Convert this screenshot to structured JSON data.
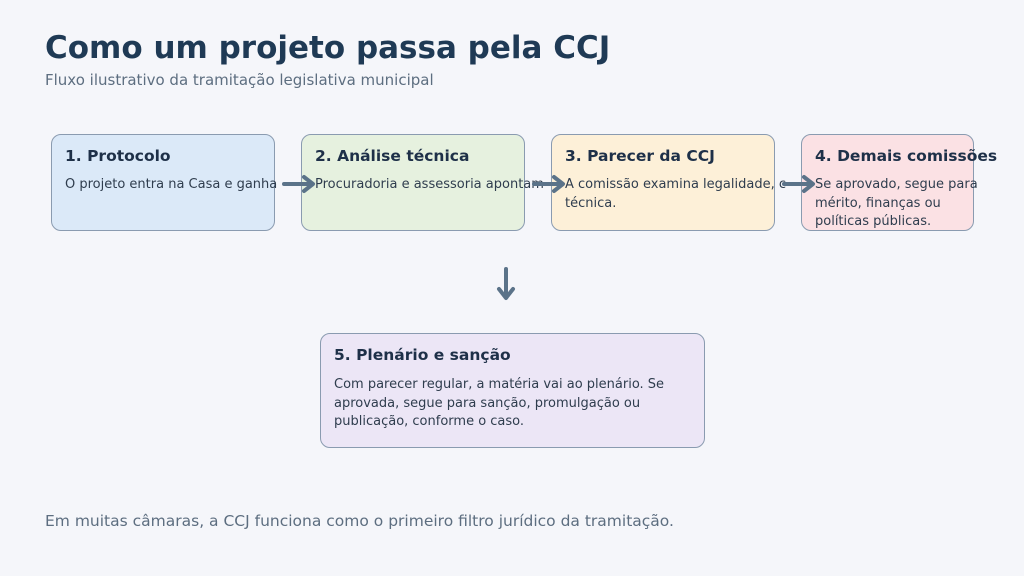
{
  "header": {
    "title": "Como um projeto passa pela CCJ",
    "subtitle": "Fluxo ilustrativo da tramitação legislativa municipal"
  },
  "steps": [
    {
      "title": "1. Protocolo",
      "description": "O projeto entra na Casa e ganha"
    },
    {
      "title": "2. Análise técnica",
      "description": "Procuradoria e assessoria apontam"
    },
    {
      "title": "3. Parecer da CCJ",
      "description": "A comissão examina legalidade, c técnica."
    },
    {
      "title": "4. Demais comissões",
      "description": "Se aprovado, segue para mérito, finanças ou políticas públicas."
    },
    {
      "title": "5. Plenário e sanção",
      "description": "Com parecer regular, a matéria vai ao plenário. Se aprovada, segue para sanção, promulgação ou publicação, conforme o caso."
    }
  ],
  "footer": {
    "note": "Em muitas câmaras, a CCJ funciona como o primeiro filtro jurídico da tramitação."
  },
  "colors": {
    "arrow": "#5b7389",
    "border": "#8a9bb0",
    "step1_fill": "#dbe9f8",
    "step2_fill": "#e6f1df",
    "step3_fill": "#fdf0d8",
    "step4_fill": "#fbe1e4",
    "step5_fill": "#ece6f6"
  }
}
